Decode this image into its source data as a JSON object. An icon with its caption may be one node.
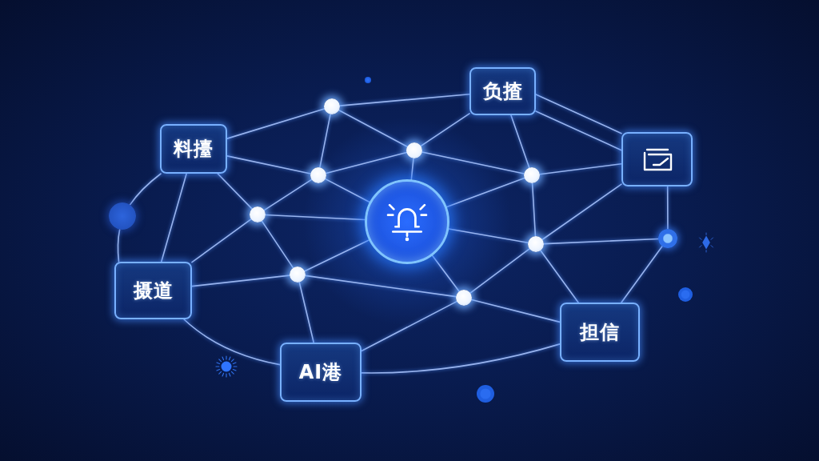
{
  "diagram": {
    "nodes": [
      {
        "text": [
          "料擡"
        ]
      },
      {
        "text": [
          "负揸"
        ]
      },
      {
        "text": [],
        "shape": "box"
      },
      {
        "text": [],
        "shape": "circle"
      },
      {
        "text": [
          "摄道"
        ]
      },
      {
        "text": [
          "担信"
        ]
      },
      {
        "text": [
          "AI港"
        ]
      },
      {
        "text": [],
        "shape": "circle"
      },
      {
        "text": [],
        "shape": "circle"
      },
      {
        "text": [],
        "shape": "circle"
      },
      {
        "text": [],
        "shape": "circle"
      },
      {
        "text": [],
        "shape": "circle"
      },
      {
        "text": [],
        "shape": "circle"
      },
      {
        "text": [],
        "shape": "circle"
      },
      {
        "text": [],
        "shape": "circle"
      },
      {
        "text": [],
        "shape": "circle"
      },
      {
        "text": [],
        "shape": "circle"
      }
    ],
    "edges": [
      {
        "from": 0,
        "to": 7,
        "arrow": "none"
      },
      {
        "from": 0,
        "to": 9,
        "arrow": "none"
      },
      {
        "from": 0,
        "to": 10,
        "arrow": "none"
      },
      {
        "from": 0,
        "to": 16,
        "arrow": "none"
      },
      {
        "from": 16,
        "to": 4,
        "arrow": "none"
      },
      {
        "from": 0,
        "to": 4,
        "arrow": "none"
      },
      {
        "from": 7,
        "to": 1,
        "arrow": "none"
      },
      {
        "from": 7,
        "to": 8,
        "arrow": "none"
      },
      {
        "from": 7,
        "to": 9,
        "arrow": "none"
      },
      {
        "from": 8,
        "to": 1,
        "arrow": "none"
      },
      {
        "from": 8,
        "to": 9,
        "arrow": "none"
      },
      {
        "from": 8,
        "to": 11,
        "arrow": "none"
      },
      {
        "from": 8,
        "to": 3,
        "arrow": "none"
      },
      {
        "from": 9,
        "to": 3,
        "arrow": "none"
      },
      {
        "from": 9,
        "to": 10,
        "arrow": "none"
      },
      {
        "from": 10,
        "to": 3,
        "arrow": "none"
      },
      {
        "from": 10,
        "to": 4,
        "arrow": "none"
      },
      {
        "from": 10,
        "to": 13,
        "arrow": "none"
      },
      {
        "from": 4,
        "to": 13,
        "arrow": "none"
      },
      {
        "from": 4,
        "to": 6,
        "arrow": "none"
      },
      {
        "from": 13,
        "to": 3,
        "arrow": "none"
      },
      {
        "from": 13,
        "to": 14,
        "arrow": "none"
      },
      {
        "from": 13,
        "to": 6,
        "arrow": "none"
      },
      {
        "from": 6,
        "to": 14,
        "arrow": "none"
      },
      {
        "from": 6,
        "to": 5,
        "arrow": "none"
      },
      {
        "from": 3,
        "to": 11,
        "arrow": "none"
      },
      {
        "from": 3,
        "to": 12,
        "arrow": "none"
      },
      {
        "from": 3,
        "to": 14,
        "arrow": "none"
      },
      {
        "from": 11,
        "to": 1,
        "arrow": "none"
      },
      {
        "from": 11,
        "to": 2,
        "arrow": "none"
      },
      {
        "from": 11,
        "to": 12,
        "arrow": "none"
      },
      {
        "from": 1,
        "to": 2,
        "arrow": "none"
      },
      {
        "from": 1,
        "to": 2,
        "arrow": "none"
      },
      {
        "from": 2,
        "to": 15,
        "arrow": "none"
      },
      {
        "from": 2,
        "to": 12,
        "arrow": "none"
      },
      {
        "from": 12,
        "to": 15,
        "arrow": "none"
      },
      {
        "from": 12,
        "to": 14,
        "arrow": "none"
      },
      {
        "from": 12,
        "to": 5,
        "arrow": "none"
      },
      {
        "from": 14,
        "to": 5,
        "arrow": "none"
      },
      {
        "from": 15,
        "to": 5,
        "arrow": "none"
      }
    ]
  }
}
